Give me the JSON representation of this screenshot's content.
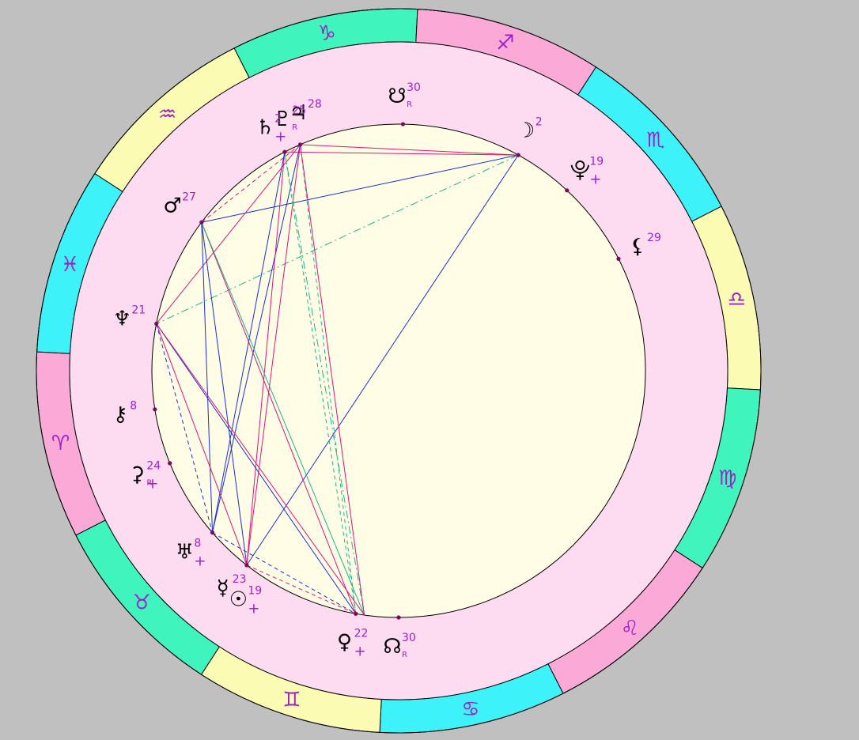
{
  "colors": {
    "background": "#c0c0c0",
    "pink_ring": "#fddcf1",
    "inner_disc": "#fffde6",
    "fire": "#fbaad8",
    "earth": "#40f5bd",
    "air": "#fbfbb4",
    "water": "#3ef2fa",
    "sign_glyph": "#a020c8",
    "planet_glyph": "#000000",
    "degree_text": "#a020c8",
    "point": "#7a0a5a",
    "aspect_blue": "#1a2ed6",
    "aspect_red": "#e0147a",
    "aspect_green": "#1fb48a"
  },
  "signs": [
    {
      "name": "capricorn",
      "glyph": "♑",
      "element": "earth",
      "angle": 102
    },
    {
      "name": "sagittarius",
      "glyph": "♐",
      "element": "fire",
      "angle": 72
    },
    {
      "name": "scorpio",
      "glyph": "♏",
      "element": "water",
      "angle": 42
    },
    {
      "name": "libra",
      "glyph": "♎",
      "element": "air",
      "angle": 12
    },
    {
      "name": "virgo",
      "glyph": "♍",
      "element": "earth",
      "angle": -18
    },
    {
      "name": "leo",
      "glyph": "♌",
      "element": "fire",
      "angle": -48
    },
    {
      "name": "cancer",
      "glyph": "♋",
      "element": "water",
      "angle": -78
    },
    {
      "name": "gemini",
      "glyph": "♊",
      "element": "air",
      "angle": -108
    },
    {
      "name": "taurus",
      "glyph": "♉",
      "element": "earth",
      "angle": -138
    },
    {
      "name": "aries",
      "glyph": "♈",
      "element": "fire",
      "angle": -168
    },
    {
      "name": "pisces",
      "glyph": "♓",
      "element": "water",
      "angle": 162
    },
    {
      "name": "aquarius",
      "glyph": "♒",
      "element": "air",
      "angle": 132
    }
  ],
  "planets": [
    {
      "id": "jupiter",
      "glyph": "♃",
      "degree": "28",
      "angle": 110,
      "retro": false,
      "plus": false,
      "onCircle": false
    },
    {
      "id": "south-node",
      "glyph": "☋",
      "degree": "30",
      "angle": 89,
      "retro": true,
      "plus": false,
      "onCircle": true
    },
    {
      "id": "pluto",
      "glyph": "♇",
      "degree": "25",
      "angle": 113.5,
      "retro": true,
      "plus": false,
      "onCircle": true
    },
    {
      "id": "saturn",
      "glyph": "♄",
      "degree": "2",
      "angle": 117.5,
      "retro": false,
      "plus": true,
      "onCircle": true
    },
    {
      "id": "moon",
      "glyph": "☽",
      "degree": "2",
      "angle": 61,
      "retro": false,
      "plus": false,
      "onCircle": true
    },
    {
      "id": "pallas",
      "glyph": "⯓",
      "degree": "19",
      "angle": 47,
      "retro": false,
      "plus": true,
      "onCircle": true
    },
    {
      "id": "lilith",
      "glyph": "⚸",
      "degree": "29",
      "angle": 27,
      "retro": false,
      "plus": false,
      "onCircle": true
    },
    {
      "id": "mars",
      "glyph": "♂",
      "degree": "27",
      "angle": 143,
      "retro": false,
      "plus": false,
      "onCircle": true
    },
    {
      "id": "neptune",
      "glyph": "♆",
      "degree": "21",
      "angle": 169,
      "retro": false,
      "plus": false,
      "onCircle": true
    },
    {
      "id": "chiron",
      "glyph": "⚷",
      "degree": "8",
      "angle": 189,
      "retro": false,
      "plus": false,
      "onCircle": true
    },
    {
      "id": "ceres",
      "glyph": "⚳",
      "degree": "24",
      "angle": 202,
      "retro": true,
      "plus": true,
      "onCircle": true
    },
    {
      "id": "uranus",
      "glyph": "♅",
      "degree": "8",
      "angle": 221,
      "retro": false,
      "plus": true,
      "onCircle": true
    },
    {
      "id": "sun",
      "glyph": "☉",
      "degree": "19",
      "angle": 236,
      "retro": false,
      "plus": true,
      "onCircle": false
    },
    {
      "id": "mercury",
      "glyph": "☿",
      "degree": "23",
      "angle": 232,
      "retro": false,
      "plus": false,
      "onCircle": true
    },
    {
      "id": "venus",
      "glyph": "♀",
      "degree": "22",
      "angle": 260,
      "retro": false,
      "plus": true,
      "onCircle": true
    },
    {
      "id": "north-node",
      "glyph": "☊",
      "degree": "30",
      "angle": 270,
      "retro": true,
      "plus": false,
      "onCircle": true
    }
  ],
  "aspects": [
    {
      "from": "moon",
      "to": "saturn",
      "color": "aspect_red",
      "style": "solid"
    },
    {
      "from": "moon",
      "to": "pluto",
      "color": "aspect_red",
      "style": "solid"
    },
    {
      "from": "moon",
      "to": "mars",
      "color": "aspect_blue",
      "style": "solid"
    },
    {
      "from": "moon",
      "to": "mercury",
      "color": "aspect_blue",
      "style": "solid"
    },
    {
      "from": "moon",
      "to": "neptune",
      "color": "aspect_green",
      "style": "dashdot"
    },
    {
      "from": "pluto",
      "to": "mars",
      "color": "aspect_red",
      "style": "dashed"
    },
    {
      "from": "pluto",
      "to": "neptune",
      "color": "aspect_red",
      "style": "solid"
    },
    {
      "from": "pluto",
      "to": "mercury",
      "color": "aspect_red",
      "style": "solid"
    },
    {
      "from": "pluto",
      "to": "venus",
      "color": "aspect_green",
      "style": "dashed"
    },
    {
      "from": "pluto",
      "to": "uranus",
      "color": "aspect_blue",
      "style": "solid"
    },
    {
      "from": "saturn",
      "to": "mercury",
      "color": "aspect_red",
      "style": "solid"
    },
    {
      "from": "saturn",
      "to": "venus",
      "color": "aspect_green",
      "style": "dashed"
    },
    {
      "from": "saturn",
      "to": "uranus",
      "color": "aspect_blue",
      "style": "solid"
    },
    {
      "from": "saturn",
      "to": "sun-pt",
      "color": "aspect_green",
      "style": "dashdot"
    },
    {
      "from": "mars",
      "to": "uranus",
      "color": "aspect_blue",
      "style": "solid"
    },
    {
      "from": "mars",
      "to": "venus",
      "color": "aspect_red",
      "style": "solid"
    },
    {
      "from": "mars",
      "to": "mercury",
      "color": "aspect_blue",
      "style": "solid"
    },
    {
      "from": "mars",
      "to": "sun-pt",
      "color": "aspect_green",
      "style": "solid"
    },
    {
      "from": "neptune",
      "to": "venus",
      "color": "aspect_blue",
      "style": "solid"
    },
    {
      "from": "neptune",
      "to": "mercury",
      "color": "aspect_red",
      "style": "solid"
    },
    {
      "from": "neptune",
      "to": "uranus",
      "color": "aspect_blue",
      "style": "dashed"
    },
    {
      "from": "neptune",
      "to": "sun-pt",
      "color": "aspect_red",
      "style": "solid"
    },
    {
      "from": "uranus",
      "to": "venus",
      "color": "aspect_blue",
      "style": "dashed"
    },
    {
      "from": "mercury",
      "to": "venus",
      "color": "aspect_red",
      "style": "dashed"
    },
    {
      "from": "pluto",
      "to": "sun-pt",
      "color": "aspect_red",
      "style": "solid"
    }
  ]
}
